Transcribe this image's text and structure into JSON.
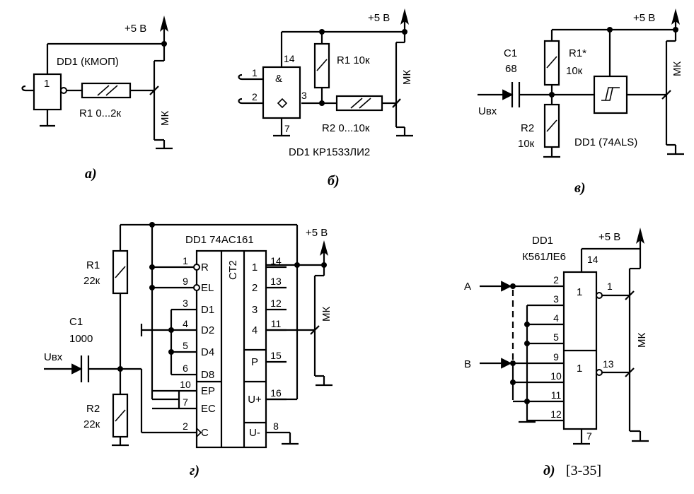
{
  "panel_a": {
    "supply": "+5 В",
    "chip": "DD1 (КМОП)",
    "gate_symbol": "1",
    "resistor": "R1 0...2к",
    "mcu": "МК",
    "caption": "а)"
  },
  "panel_b": {
    "supply": "+5 В",
    "gate_symbol": "&",
    "pin_in1": "1",
    "pin_in2": "2",
    "pin_out": "3",
    "pin_vcc": "14",
    "pin_gnd": "7",
    "r1": "R1 10к",
    "r2": "R2 0...10к",
    "mcu": "МК",
    "chip": "DD1 КР1533ЛИ2",
    "caption": "б)"
  },
  "panel_v": {
    "supply": "+5 В",
    "c1_name": "C1",
    "c1_value": "68",
    "r1_name": "R1*",
    "r1_value": "10к",
    "r2_name": "R2",
    "r2_value": "10к",
    "input": "Uвх",
    "chip": "DD1 (74ALS)",
    "mcu": "МК",
    "caption": "в)"
  },
  "panel_g": {
    "supply": "+5 В",
    "chip": "DD1 74AC161",
    "ct": "СТ2",
    "r1_name": "R1",
    "r1_value": "22к",
    "c1_name": "C1",
    "c1_value": "1000",
    "r2_name": "R2",
    "r2_value": "22к",
    "input": "Uвх",
    "mcu": "МК",
    "left_pins": [
      {
        "num": "1",
        "name": "R"
      },
      {
        "num": "9",
        "name": "EL"
      },
      {
        "num": "3",
        "name": "D1"
      },
      {
        "num": "4",
        "name": "D2"
      },
      {
        "num": "5",
        "name": "D4"
      },
      {
        "num": "6",
        "name": "D8"
      },
      {
        "num": "10",
        "name": "EP"
      },
      {
        "num": "7",
        "name": "EC"
      },
      {
        "num": "2",
        "name": "C"
      }
    ],
    "right_pins": [
      {
        "num": "14",
        "name": "1"
      },
      {
        "num": "13",
        "name": "2"
      },
      {
        "num": "12",
        "name": "3"
      },
      {
        "num": "11",
        "name": "4"
      },
      {
        "num": "15",
        "name": "P"
      },
      {
        "num": "16",
        "name": "U+"
      },
      {
        "num": "8",
        "name": "U-"
      }
    ],
    "caption": "г)"
  },
  "panel_d": {
    "supply": "+5 В",
    "chip_name": "DD1",
    "chip_type": "К561ЛЕ6",
    "input_a": "А",
    "input_b": "В",
    "gate_symbol": "1",
    "pins_top": [
      "2",
      "3",
      "4",
      "5"
    ],
    "pins_bottom": [
      "9",
      "10",
      "11",
      "12"
    ],
    "pin_vcc": "14",
    "pin_gnd": "7",
    "out1": "1",
    "out2": "13",
    "mcu": "МК",
    "caption": "д)",
    "reference": "[3-35]"
  }
}
